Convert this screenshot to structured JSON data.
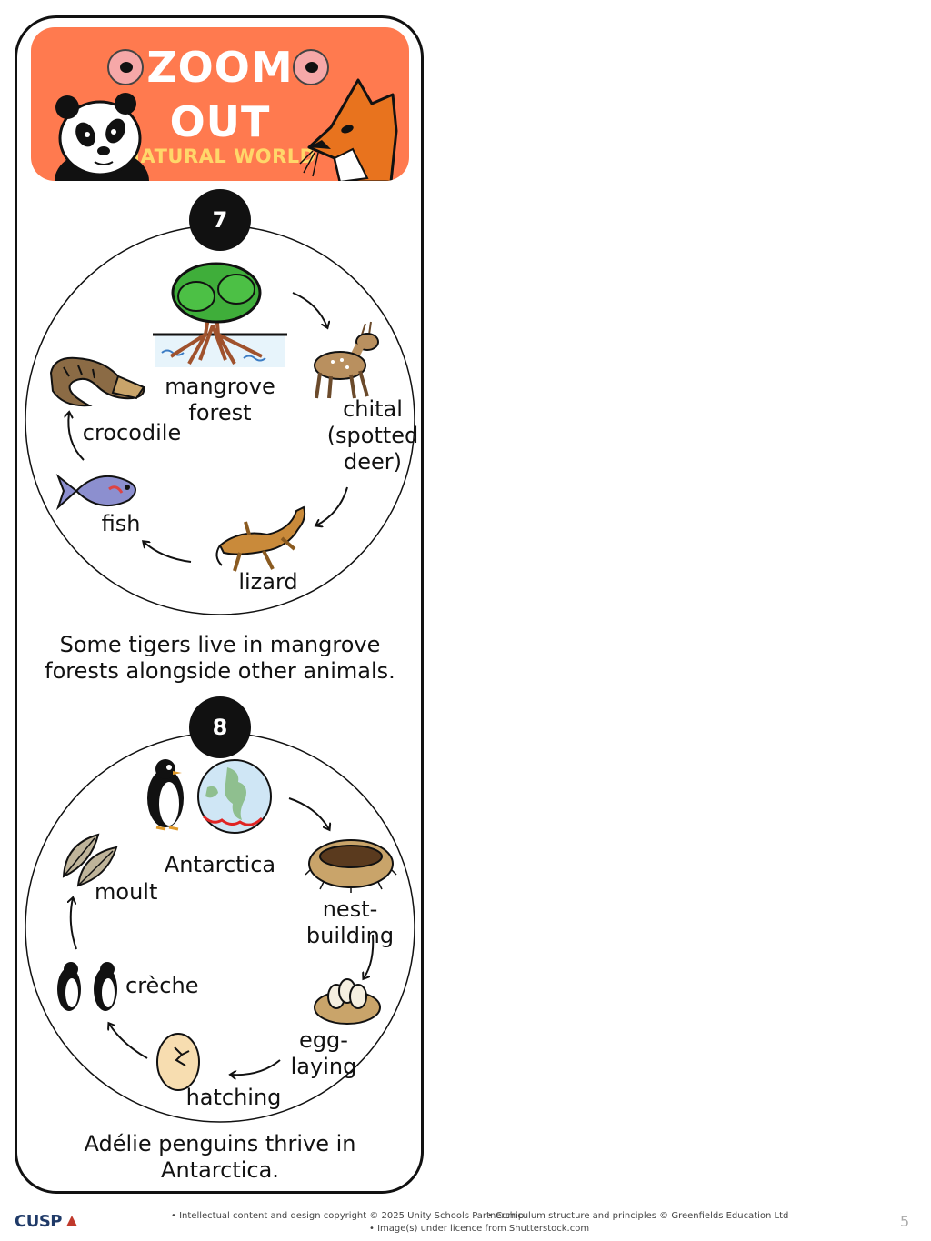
{
  "banner": {
    "title_line1": "ZOOM",
    "title_line2": "OUT",
    "subtitle": "NATURAL WORLD"
  },
  "cycle7": {
    "number": "7",
    "labels": {
      "mangrove": "mangrove forest",
      "chital": "chital (spotted deer)",
      "lizard": "lizard",
      "fish": "fish",
      "crocodile": "crocodile"
    },
    "caption": "Some tigers live in mangrove forests alongside other animals."
  },
  "cycle8": {
    "number": "8",
    "labels": {
      "antarctica": "Antarctica",
      "nest": "nest-building",
      "egg": "egg-laying",
      "hatching": "hatching",
      "creche": "crèche",
      "moult": "moult"
    },
    "caption": "Adélie penguins thrive in Antarctica."
  },
  "footer": {
    "copyright1": "• Intellectual content and design copyright © 2025 Unity Schools Partnership",
    "copyright2": "• Curriculum structure and principles © Greenfields Education Ltd",
    "image_licence": "• Image(s) under licence from Shutterstock.com",
    "logo": "CUSP",
    "page_number": "5"
  },
  "colors": {
    "banner": "#ff7a4f",
    "subtitle": "#ffd76a",
    "outline": "#111111"
  }
}
